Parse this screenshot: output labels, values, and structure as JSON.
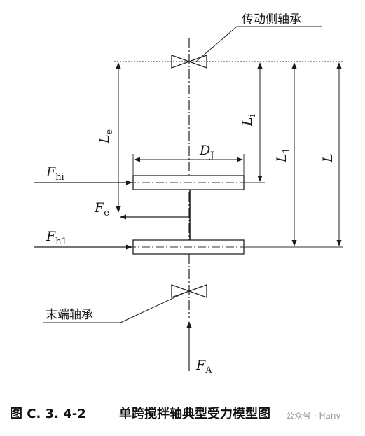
{
  "labels": {
    "drive_bearing": "传动侧轴承",
    "end_bearing": "末端轴承"
  },
  "symbols": {
    "Le": {
      "main": "L",
      "sub": "e"
    },
    "Li": {
      "main": "L",
      "sub": "i"
    },
    "L1": {
      "main": "L",
      "sub": "1"
    },
    "L": {
      "main": "L",
      "sub": ""
    },
    "DJ": {
      "main": "D",
      "sub": "J"
    },
    "Fhi": {
      "main": "F",
      "sub": "hi"
    },
    "Fe": {
      "main": "F",
      "sub": "e"
    },
    "Fh1": {
      "main": "F",
      "sub": "h1"
    },
    "FA": {
      "main": "F",
      "sub": "A"
    }
  },
  "caption": {
    "number": "图 C. 3. 4-2",
    "title": "单跨搅拌轴典型受力模型图"
  },
  "watermark": "公众号 · Hanv"
}
